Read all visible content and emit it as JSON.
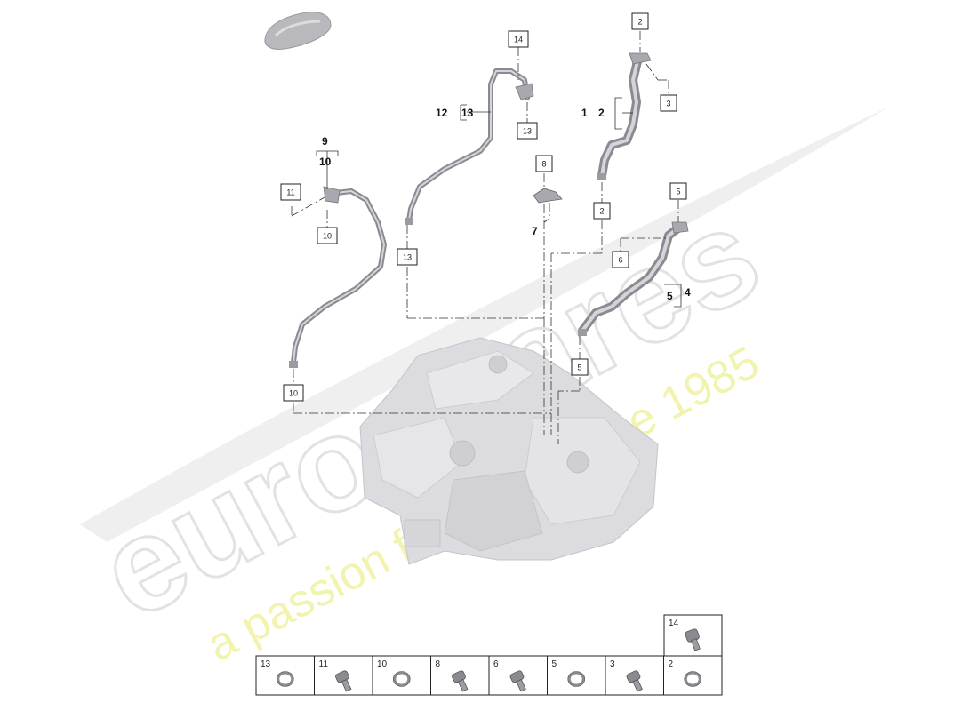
{
  "watermark": {
    "brand": "eurospares",
    "tagline": "a passion for parts since 1985"
  },
  "callouts": {
    "top_2": "2",
    "top_3": "3",
    "bold_1": "1",
    "bold_2": "2",
    "box_14": "14",
    "bold_12": "12",
    "bold_13": "13",
    "box_13_top": "13",
    "bold_9": "9",
    "bold_10": "10",
    "box_11": "11",
    "box_10_mid": "10",
    "box_8": "8",
    "bold_7": "7",
    "box_2_mid": "2",
    "box_5_top": "5",
    "box_6": "6",
    "bold_5": "5",
    "bold_4": "4",
    "box_13_mid": "13",
    "box_5_bottom": "5",
    "box_10_bottom": "10"
  },
  "parts_table": {
    "top_cell": "14",
    "cells": [
      "13",
      "11",
      "10",
      "8",
      "6",
      "5",
      "3",
      "2"
    ],
    "cell_kinds": [
      "washer",
      "bolt",
      "washer",
      "bolt",
      "bolt",
      "washer",
      "bolt",
      "washer"
    ]
  },
  "colors": {
    "watermark": "#e6e6e6",
    "tagline": "#f2f2a8",
    "pipe": "#8c8c92",
    "pipe_highlight": "#d0d0d6",
    "engine": "#d8d8dc"
  }
}
